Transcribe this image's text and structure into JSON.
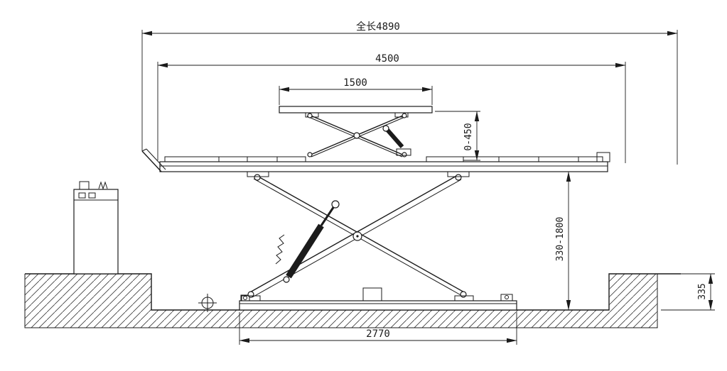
{
  "drawing": {
    "kind": "technical elevation drawing",
    "subject": "double scissor car lift with wheel-free jack, in-ground installation"
  },
  "dims": {
    "total_length": "全长4890",
    "platform_length": "4500",
    "jack_platform_length": "1500",
    "jack_lift_range": "0-450",
    "lift_height_range": "330-1800",
    "foundation_depth": "335",
    "base_length": "2770"
  },
  "colors": {
    "line": "#1b1b1b",
    "background": "#ffffff"
  }
}
